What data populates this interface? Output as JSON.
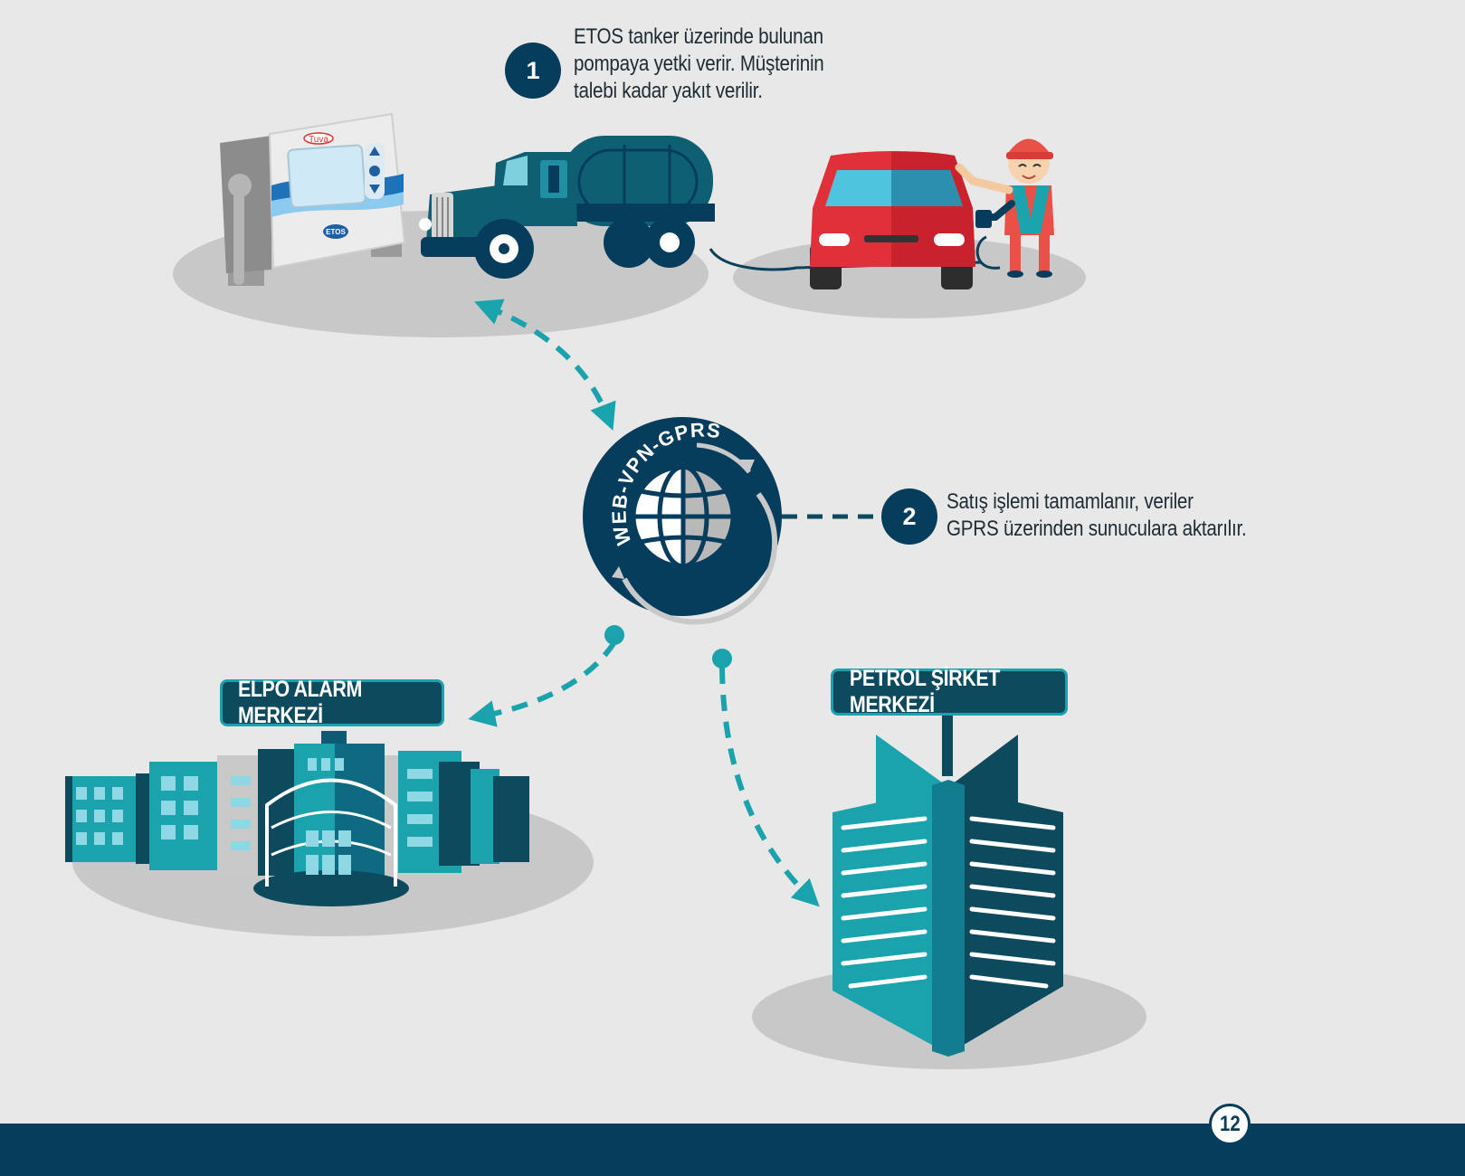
{
  "steps": [
    {
      "number": "1",
      "lines": [
        "ETOS tanker üzerinde bulunan",
        "pompaya yetki verir. Müşterinin",
        "talebi kadar yakıt verilir."
      ]
    },
    {
      "number": "2",
      "lines": [
        "Satış işlemi tamamlanır, veriler",
        "GPRS üzerinden sunuculara aktarılır."
      ]
    }
  ],
  "network_label": "WEB-VPN-GPRS",
  "device_labels": {
    "brand": "Tuva",
    "device": "ETOS"
  },
  "nodes": {
    "alarm_center": "ELPO ALARM MERKEZİ",
    "company_center": "PETROL ŞİRKET MERKEZİ"
  },
  "page_number": "12",
  "colors": {
    "background": "#e8e8e8",
    "navy": "#073d5c",
    "teal": "#1ba3ad",
    "car_red": "#e0313b",
    "shadow": "#c8c8c8"
  }
}
